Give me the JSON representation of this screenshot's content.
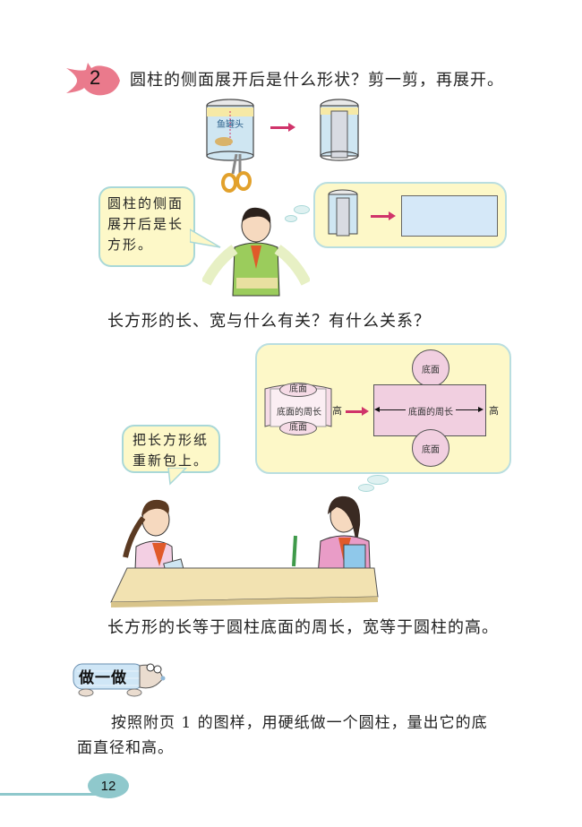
{
  "section": {
    "number": "2",
    "question": "圆柱的侧面展开后是什么形状？剪一剪，再展开。"
  },
  "illustration_1": {
    "can_label": "鱼罐头",
    "icons": [
      "tin-can-icon",
      "scissors-icon",
      "arrow-right-icon",
      "opened-can-icon"
    ]
  },
  "boy_speech": {
    "lines": [
      "圆柱的侧面",
      "展开后是长",
      "方形。"
    ]
  },
  "thought_panel_1": {
    "icons": [
      "opened-can-icon",
      "arrow-right-icon",
      "rectangle-icon"
    ],
    "rect_color": "#d5e8f8"
  },
  "question_2": "长方形的长、宽与什么有关？有什么关系？",
  "diagram": {
    "cylinder_top": "底面",
    "cylinder_side": "底面的周长",
    "cylinder_bottom": "底面",
    "height_label_left": "高",
    "top_circle": "底面",
    "rect_label": "底面的周长",
    "height_label_right": "高",
    "bottom_circle": "底面",
    "pink_color": "#f1cfe0",
    "panel_color": "#fdf8c8"
  },
  "girl_speech": {
    "lines": [
      "把长方形纸",
      "重新包上。"
    ]
  },
  "conclusion": "长方形的长等于圆柱底面的周长，宽等于圆柱的高。",
  "activity": {
    "badge": "做一做",
    "text_line1": "按照附页 1 的图样，用硬纸做一个圆柱，量出它的底",
    "text_line2": "面直径和高。"
  },
  "page_number": "12",
  "colors": {
    "accent_teal": "#8fc8cc",
    "fish_pink": "#ea7a8c",
    "arrow_pink": "#d0346a",
    "bubble_yellow": "#fdf8c8"
  }
}
